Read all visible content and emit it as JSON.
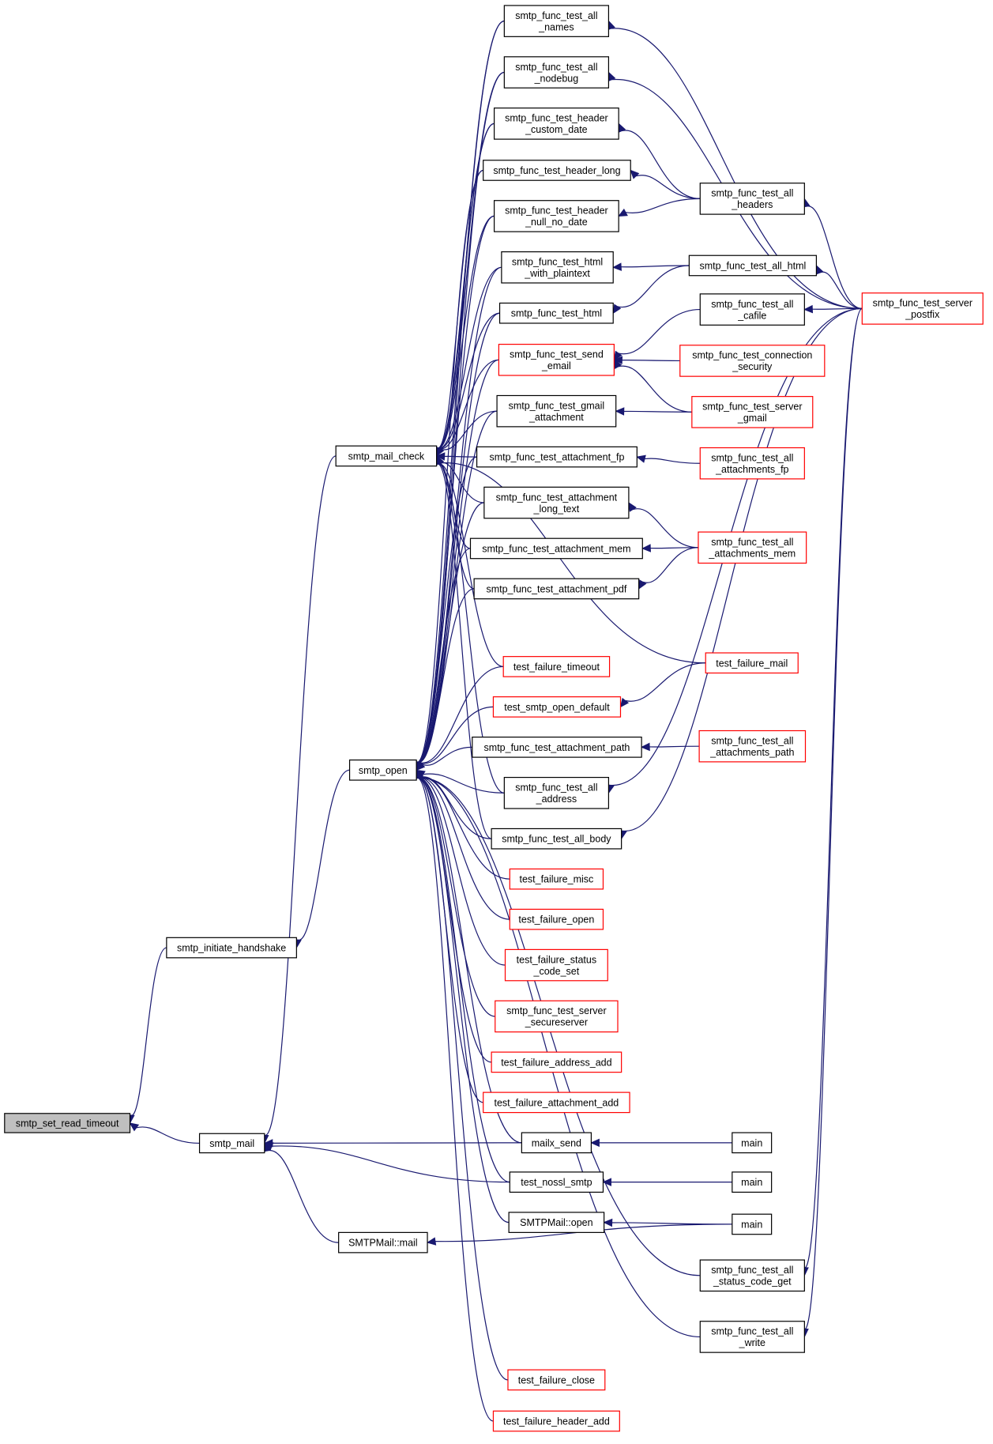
{
  "colors": {
    "edge": "#191970",
    "node_border": "#000000",
    "truncated_border": "#ff0000",
    "root_fill": "#bfbfbf"
  },
  "nodes": [
    {
      "id": "set_read_timeout",
      "lines": [
        "smtp_set_read_timeout"
      ],
      "style": "root"
    },
    {
      "id": "initiate_handshake",
      "lines": [
        "smtp_initiate_handshake"
      ],
      "style": "normal"
    },
    {
      "id": "smtp_mail",
      "lines": [
        "smtp_mail"
      ],
      "style": "normal"
    },
    {
      "id": "mail_check",
      "lines": [
        "smtp_mail_check"
      ],
      "style": "normal"
    },
    {
      "id": "smtp_open",
      "lines": [
        "smtp_open"
      ],
      "style": "normal"
    },
    {
      "id": "smtpmail_mail",
      "lines": [
        "SMTPMail::mail"
      ],
      "style": "normal"
    },
    {
      "id": "all_names",
      "lines": [
        "smtp_func_test_all",
        "_names"
      ],
      "style": "normal"
    },
    {
      "id": "all_nodebug",
      "lines": [
        "smtp_func_test_all",
        "_nodebug"
      ],
      "style": "normal"
    },
    {
      "id": "header_custom_date",
      "lines": [
        "smtp_func_test_header",
        "_custom_date"
      ],
      "style": "normal"
    },
    {
      "id": "header_long",
      "lines": [
        "smtp_func_test_header_long"
      ],
      "style": "normal"
    },
    {
      "id": "header_null_no_date",
      "lines": [
        "smtp_func_test_header",
        "_null_no_date"
      ],
      "style": "normal"
    },
    {
      "id": "html_with_plaintext",
      "lines": [
        "smtp_func_test_html",
        "_with_plaintext"
      ],
      "style": "normal"
    },
    {
      "id": "html",
      "lines": [
        "smtp_func_test_html"
      ],
      "style": "normal"
    },
    {
      "id": "send_email",
      "lines": [
        "smtp_func_test_send",
        "_email"
      ],
      "style": "red"
    },
    {
      "id": "gmail_attachment",
      "lines": [
        "smtp_func_test_gmail",
        "_attachment"
      ],
      "style": "normal"
    },
    {
      "id": "attachment_fp",
      "lines": [
        "smtp_func_test_attachment_fp"
      ],
      "style": "normal"
    },
    {
      "id": "attachment_long_text",
      "lines": [
        "smtp_func_test_attachment",
        "_long_text"
      ],
      "style": "normal"
    },
    {
      "id": "attachment_mem",
      "lines": [
        "smtp_func_test_attachment_mem"
      ],
      "style": "normal"
    },
    {
      "id": "attachment_pdf",
      "lines": [
        "smtp_func_test_attachment_pdf"
      ],
      "style": "normal"
    },
    {
      "id": "failure_timeout",
      "lines": [
        "test_failure_timeout"
      ],
      "style": "red"
    },
    {
      "id": "open_default",
      "lines": [
        "test_smtp_open_default"
      ],
      "style": "red"
    },
    {
      "id": "attachment_path",
      "lines": [
        "smtp_func_test_attachment_path"
      ],
      "style": "normal"
    },
    {
      "id": "all_address",
      "lines": [
        "smtp_func_test_all",
        "_address"
      ],
      "style": "normal"
    },
    {
      "id": "all_body",
      "lines": [
        "smtp_func_test_all_body"
      ],
      "style": "normal"
    },
    {
      "id": "failure_misc",
      "lines": [
        "test_failure_misc"
      ],
      "style": "red"
    },
    {
      "id": "failure_open",
      "lines": [
        "test_failure_open"
      ],
      "style": "red"
    },
    {
      "id": "failure_status_code_set",
      "lines": [
        "test_failure_status",
        "_code_set"
      ],
      "style": "red"
    },
    {
      "id": "server_secureserver",
      "lines": [
        "smtp_func_test_server",
        "_secureserver"
      ],
      "style": "red"
    },
    {
      "id": "failure_address_add",
      "lines": [
        "test_failure_address_add"
      ],
      "style": "red"
    },
    {
      "id": "failure_attachment_add",
      "lines": [
        "test_failure_attachment_add"
      ],
      "style": "red"
    },
    {
      "id": "mailx_send",
      "lines": [
        "mailx_send"
      ],
      "style": "normal"
    },
    {
      "id": "nossl_smtp",
      "lines": [
        "test_nossl_smtp"
      ],
      "style": "normal"
    },
    {
      "id": "smtpmail_open",
      "lines": [
        "SMTPMail::open"
      ],
      "style": "normal"
    },
    {
      "id": "failure_close",
      "lines": [
        "test_failure_close"
      ],
      "style": "red"
    },
    {
      "id": "failure_header_add",
      "lines": [
        "test_failure_header_add"
      ],
      "style": "red"
    },
    {
      "id": "all_headers",
      "lines": [
        "smtp_func_test_all",
        "_headers"
      ],
      "style": "normal"
    },
    {
      "id": "all_html",
      "lines": [
        "smtp_func_test_all_html"
      ],
      "style": "normal"
    },
    {
      "id": "all_cafile",
      "lines": [
        "smtp_func_test_all",
        "_cafile"
      ],
      "style": "normal"
    },
    {
      "id": "connection_security",
      "lines": [
        "smtp_func_test_connection",
        "_security"
      ],
      "style": "red"
    },
    {
      "id": "server_gmail",
      "lines": [
        "smtp_func_test_server",
        "_gmail"
      ],
      "style": "red"
    },
    {
      "id": "all_attachments_fp",
      "lines": [
        "smtp_func_test_all",
        "_attachments_fp"
      ],
      "style": "red"
    },
    {
      "id": "all_attachments_mem",
      "lines": [
        "smtp_func_test_all",
        "_attachments_mem"
      ],
      "style": "red"
    },
    {
      "id": "failure_mail",
      "lines": [
        "test_failure_mail"
      ],
      "style": "red"
    },
    {
      "id": "all_attachments_path",
      "lines": [
        "smtp_func_test_all",
        "_attachments_path"
      ],
      "style": "red"
    },
    {
      "id": "main_1",
      "lines": [
        "main"
      ],
      "style": "normal"
    },
    {
      "id": "main_2",
      "lines": [
        "main"
      ],
      "style": "normal"
    },
    {
      "id": "main_3",
      "lines": [
        "main"
      ],
      "style": "normal"
    },
    {
      "id": "all_status_code_get",
      "lines": [
        "smtp_func_test_all",
        "_status_code_get"
      ],
      "style": "normal"
    },
    {
      "id": "all_write",
      "lines": [
        "smtp_func_test_all",
        "_write"
      ],
      "style": "normal"
    },
    {
      "id": "server_postfix",
      "lines": [
        "smtp_func_test_server",
        "_postfix"
      ],
      "style": "red"
    }
  ],
  "edges": [
    [
      "initiate_handshake",
      "set_read_timeout"
    ],
    [
      "smtp_mail",
      "set_read_timeout"
    ],
    [
      "smtp_open",
      "initiate_handshake"
    ],
    [
      "mail_check",
      "smtp_mail"
    ],
    [
      "mailx_send",
      "smtp_mail"
    ],
    [
      "nossl_smtp",
      "smtp_mail"
    ],
    [
      "smtpmail_mail",
      "smtp_mail"
    ],
    [
      "all_names",
      "mail_check"
    ],
    [
      "all_nodebug",
      "mail_check"
    ],
    [
      "header_custom_date",
      "mail_check"
    ],
    [
      "header_long",
      "mail_check"
    ],
    [
      "header_null_no_date",
      "mail_check"
    ],
    [
      "html_with_plaintext",
      "mail_check"
    ],
    [
      "html",
      "mail_check"
    ],
    [
      "send_email",
      "mail_check"
    ],
    [
      "gmail_attachment",
      "mail_check"
    ],
    [
      "attachment_fp",
      "mail_check"
    ],
    [
      "attachment_long_text",
      "mail_check"
    ],
    [
      "attachment_mem",
      "mail_check"
    ],
    [
      "attachment_pdf",
      "mail_check"
    ],
    [
      "failure_timeout",
      "mail_check"
    ],
    [
      "failure_mail",
      "mail_check"
    ],
    [
      "all_address",
      "mail_check"
    ],
    [
      "all_body",
      "mail_check"
    ],
    [
      "all_names",
      "smtp_open"
    ],
    [
      "all_nodebug",
      "smtp_open"
    ],
    [
      "header_custom_date",
      "smtp_open"
    ],
    [
      "header_long",
      "smtp_open"
    ],
    [
      "header_null_no_date",
      "smtp_open"
    ],
    [
      "html_with_plaintext",
      "smtp_open"
    ],
    [
      "html",
      "smtp_open"
    ],
    [
      "send_email",
      "smtp_open"
    ],
    [
      "gmail_attachment",
      "smtp_open"
    ],
    [
      "attachment_fp",
      "smtp_open"
    ],
    [
      "attachment_long_text",
      "smtp_open"
    ],
    [
      "attachment_mem",
      "smtp_open"
    ],
    [
      "attachment_pdf",
      "smtp_open"
    ],
    [
      "failure_timeout",
      "smtp_open"
    ],
    [
      "open_default",
      "smtp_open"
    ],
    [
      "attachment_path",
      "smtp_open"
    ],
    [
      "all_address",
      "smtp_open"
    ],
    [
      "all_body",
      "smtp_open"
    ],
    [
      "failure_misc",
      "smtp_open"
    ],
    [
      "failure_open",
      "smtp_open"
    ],
    [
      "failure_status_code_set",
      "smtp_open"
    ],
    [
      "server_secureserver",
      "smtp_open"
    ],
    [
      "failure_address_add",
      "smtp_open"
    ],
    [
      "failure_attachment_add",
      "smtp_open"
    ],
    [
      "mailx_send",
      "smtp_open"
    ],
    [
      "nossl_smtp",
      "smtp_open"
    ],
    [
      "smtpmail_open",
      "smtp_open"
    ],
    [
      "all_status_code_get",
      "smtp_open"
    ],
    [
      "all_write",
      "smtp_open"
    ],
    [
      "failure_close",
      "smtp_open"
    ],
    [
      "failure_header_add",
      "smtp_open"
    ],
    [
      "main_3",
      "smtpmail_mail"
    ],
    [
      "server_postfix",
      "all_names"
    ],
    [
      "server_postfix",
      "all_nodebug"
    ],
    [
      "all_headers",
      "header_custom_date"
    ],
    [
      "all_headers",
      "header_long"
    ],
    [
      "all_headers",
      "header_null_no_date"
    ],
    [
      "all_html",
      "html_with_plaintext"
    ],
    [
      "all_html",
      "html"
    ],
    [
      "all_cafile",
      "send_email"
    ],
    [
      "connection_security",
      "send_email"
    ],
    [
      "server_gmail",
      "send_email"
    ],
    [
      "server_gmail",
      "gmail_attachment"
    ],
    [
      "all_attachments_fp",
      "attachment_fp"
    ],
    [
      "all_attachments_mem",
      "attachment_long_text"
    ],
    [
      "all_attachments_mem",
      "attachment_mem"
    ],
    [
      "all_attachments_mem",
      "attachment_pdf"
    ],
    [
      "failure_mail",
      "open_default"
    ],
    [
      "all_attachments_path",
      "attachment_path"
    ],
    [
      "server_postfix",
      "all_address"
    ],
    [
      "server_postfix",
      "all_body"
    ],
    [
      "main_1",
      "mailx_send"
    ],
    [
      "main_2",
      "nossl_smtp"
    ],
    [
      "main_3",
      "smtpmail_open"
    ],
    [
      "server_postfix",
      "all_headers"
    ],
    [
      "server_postfix",
      "all_html"
    ],
    [
      "server_postfix",
      "all_cafile"
    ],
    [
      "server_postfix",
      "all_status_code_get"
    ],
    [
      "server_postfix",
      "all_write"
    ]
  ]
}
